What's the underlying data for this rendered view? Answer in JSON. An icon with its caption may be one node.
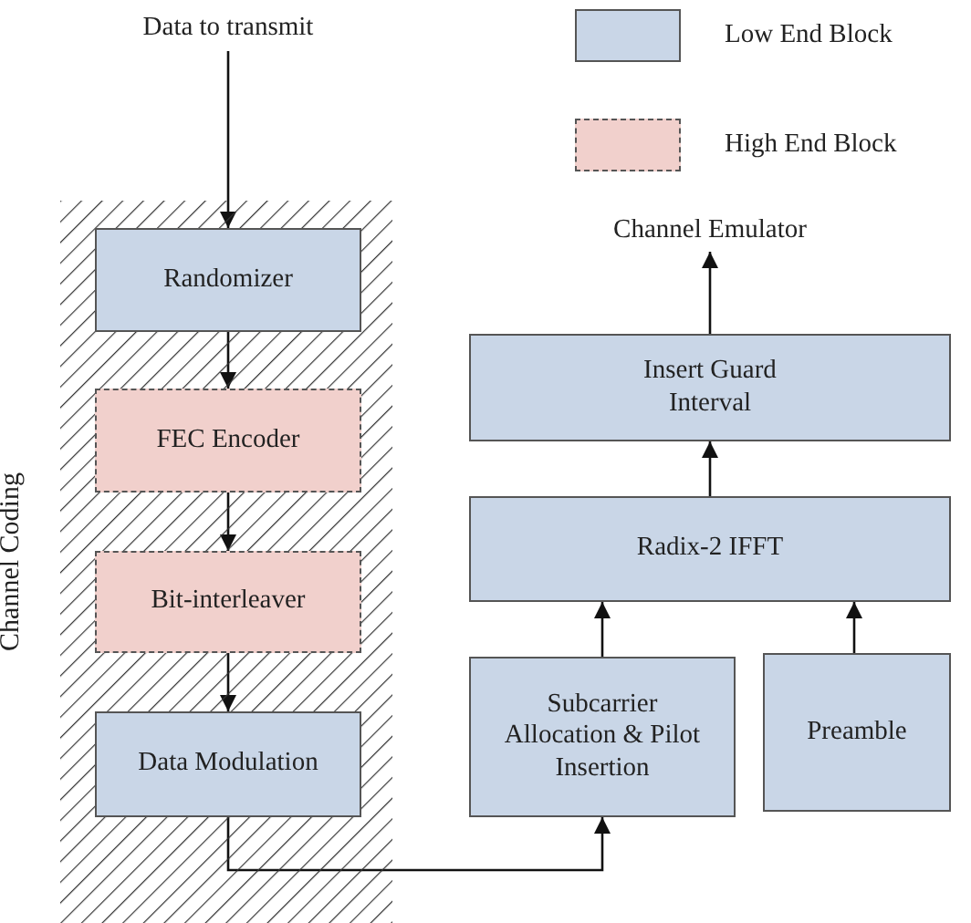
{
  "diagram": {
    "nodes": [
      {
        "text": [
          "Data to transmit"
        ]
      },
      {
        "text": [
          "Channel Coding"
        ]
      },
      {
        "text": [
          "Randomizer"
        ],
        "in": 1
      },
      {
        "text": [
          "FEC Encoder"
        ],
        "in": 1
      },
      {
        "text": [
          "Bit-interleaver"
        ],
        "in": 1
      },
      {
        "text": [
          "Data Modulation"
        ],
        "in": 1
      },
      {
        "text": [
          "Channel Emulator"
        ]
      },
      {
        "text": [
          "Insert Guard Interval"
        ]
      },
      {
        "text": [
          "Radix-2 IFFT"
        ]
      },
      {
        "text": [
          "Subcarrier Allocation & Pilot Insertion"
        ]
      },
      {
        "text": [
          "Preamble"
        ]
      }
    ],
    "edges": [
      {
        "from": 0,
        "to": 2,
        "arrow": "to"
      },
      {
        "from": 2,
        "to": 3,
        "arrow": "to"
      },
      {
        "from": 3,
        "to": 4,
        "arrow": "to"
      },
      {
        "from": 4,
        "to": 5,
        "arrow": "to"
      },
      {
        "from": 5,
        "to": 9,
        "arrow": "to"
      },
      {
        "from": 9,
        "to": 8,
        "arrow": "to"
      },
      {
        "from": 10,
        "to": 8,
        "arrow": "to"
      },
      {
        "from": 8,
        "to": 7,
        "arrow": "to"
      },
      {
        "from": 7,
        "to": 6,
        "arrow": "to"
      }
    ],
    "legend": [
      {
        "text": "Low End Block",
        "color": "#c9d6e7"
      },
      {
        "text": "High End Block",
        "color": "#f1d0cc"
      }
    ]
  }
}
